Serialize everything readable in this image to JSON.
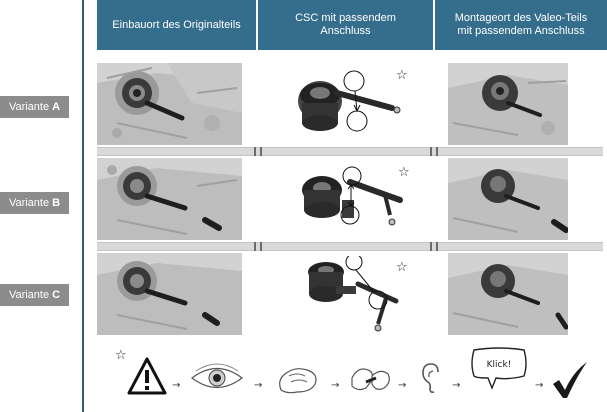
{
  "header": {
    "col1": "Einbauort des Originalteils",
    "col2": "CSC mit passendem\nAnschluss",
    "col3": "Montageort des Valeo-Teils\nmit passendem Anschluss"
  },
  "rows": [
    {
      "prefix": "Variante",
      "letter": "A"
    },
    {
      "prefix": "Variante",
      "letter": "B"
    },
    {
      "prefix": "Variante",
      "letter": "C"
    }
  ],
  "symbols": {
    "star": "☆",
    "arrow": "→"
  },
  "flow": {
    "steps": [
      "warning-triangle-icon",
      "eye-icon",
      "hand-touch-icon",
      "hands-connect-icon",
      "ear-icon",
      "speech-bubble-icon",
      "checkmark-icon"
    ],
    "speech_bubble_text": "Klick!"
  },
  "colors": {
    "header_bg": "#356d8d",
    "label_bg": "#8c8c8c",
    "divider": "#2f5f7d"
  }
}
